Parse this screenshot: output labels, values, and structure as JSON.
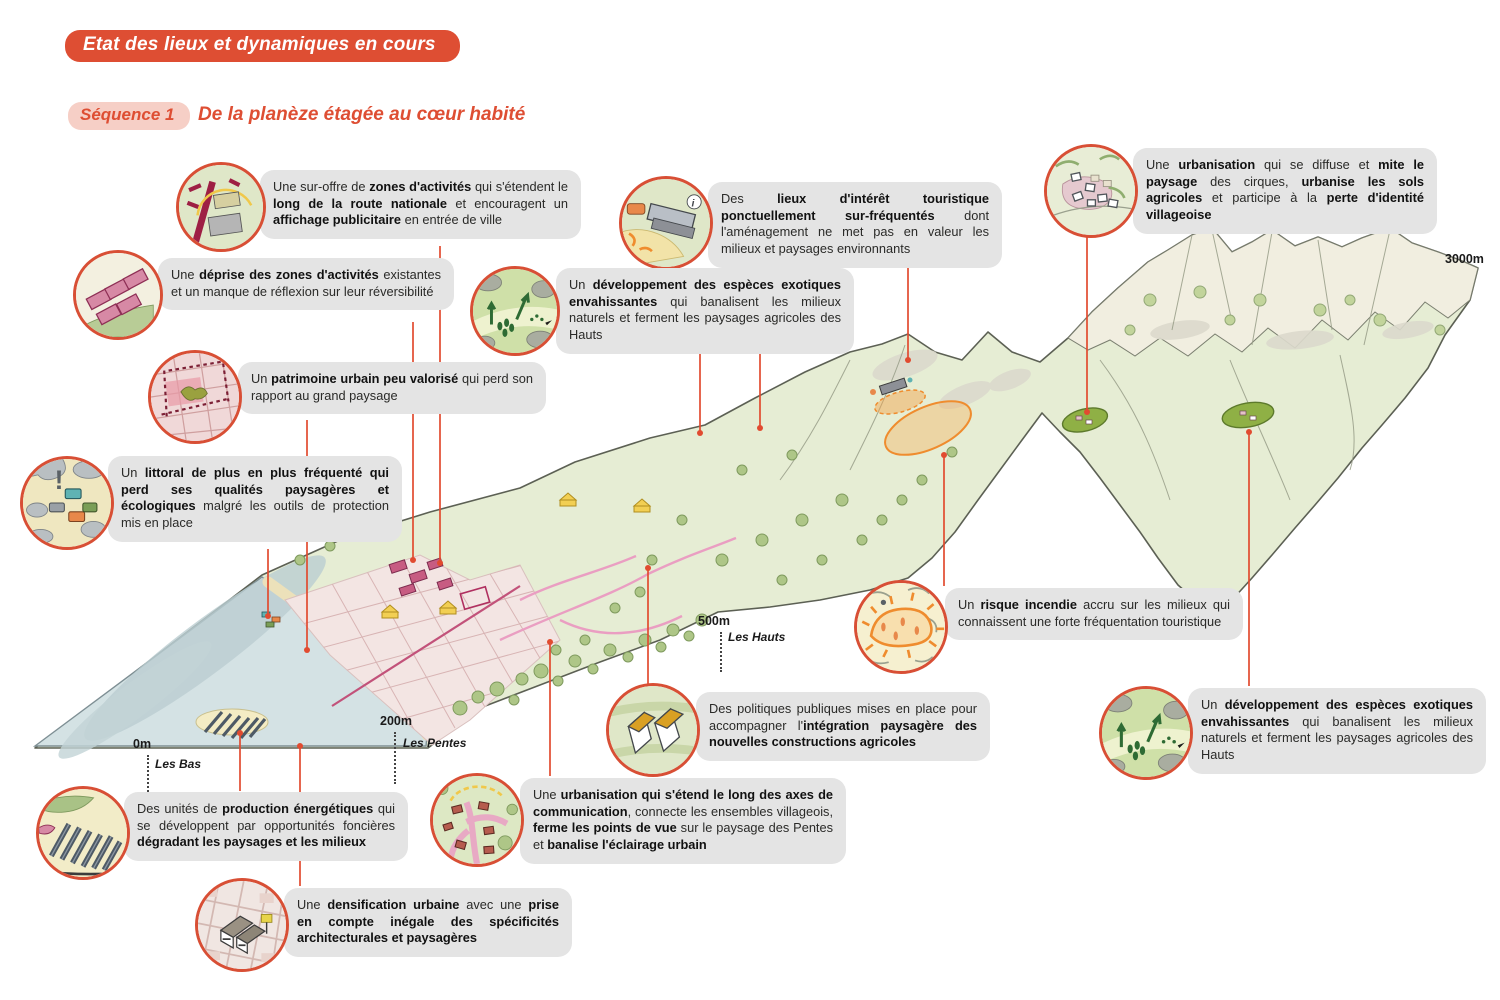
{
  "header": {
    "banner": "Etat des lieux et dynamiques en cours"
  },
  "sequence": {
    "badge": "Séquence 1",
    "title": "De la planèze étagée au cœur habité"
  },
  "colors": {
    "accent_red": "#de4e33",
    "box_grey": "#e4e4e4",
    "circle_border": "#d84f35",
    "connector_red": "#e14b30",
    "badge_pink": "#f6cfc6"
  },
  "elevations": [
    {
      "label": "0m",
      "zone": "Les Bas"
    },
    {
      "label": "200m",
      "zone": "Les Pentes"
    },
    {
      "label": "500m",
      "zone": "Les Hauts"
    },
    {
      "label": "3000m",
      "zone": ""
    }
  ],
  "callouts": [
    {
      "id": "zones-activites",
      "segments": [
        {
          "t": "Une sur-offre de "
        },
        {
          "t": "zones d'activités",
          "b": true
        },
        {
          "t": " qui s'étendent le "
        },
        {
          "t": "long de la route nationale",
          "b": true
        },
        {
          "t": " et encouragent un "
        },
        {
          "t": "affichage publicitaire",
          "b": true
        },
        {
          "t": " en entrée de ville"
        }
      ]
    },
    {
      "id": "deprise-zones-activites",
      "segments": [
        {
          "t": "Une "
        },
        {
          "t": "déprise des zones d'activités",
          "b": true
        },
        {
          "t": " existantes et un manque de réflexion sur leur réversibilité"
        }
      ]
    },
    {
      "id": "patrimoine-urbain",
      "segments": [
        {
          "t": "Un "
        },
        {
          "t": "patrimoine urbain peu valorisé",
          "b": true
        },
        {
          "t": " qui perd son rapport au grand paysage"
        }
      ]
    },
    {
      "id": "littoral",
      "segments": [
        {
          "t": "Un "
        },
        {
          "t": "littoral de plus en plus fréquenté qui perd ses qualités paysagères et écologiques",
          "b": true
        },
        {
          "t": " malgré les outils de protection mis en place"
        }
      ]
    },
    {
      "id": "lieux-touristiques",
      "segments": [
        {
          "t": "Des "
        },
        {
          "t": "lieux d'intérêt touristique ponctuellement sur-fréquentés",
          "b": true
        },
        {
          "t": " dont l'aménagement ne met pas en valeur les milieux et paysages environnants"
        }
      ]
    },
    {
      "id": "especes-exotiques-hauts",
      "segments": [
        {
          "t": "Un "
        },
        {
          "t": "développement des espèces exotiques envahissantes",
          "b": true
        },
        {
          "t": " qui banalisent les milieux naturels et ferment les paysages agricoles des Hauts"
        }
      ]
    },
    {
      "id": "urbanisation-cirques",
      "segments": [
        {
          "t": "Une "
        },
        {
          "t": "urbanisation",
          "b": true
        },
        {
          "t": " qui se diffuse et "
        },
        {
          "t": "mite le paysage",
          "b": true
        },
        {
          "t": " des cirques, "
        },
        {
          "t": "urbanise les sols agricoles",
          "b": true
        },
        {
          "t": " et participe à la "
        },
        {
          "t": "perte d'identité villageoise",
          "b": true
        }
      ]
    },
    {
      "id": "risque-incendie",
      "segments": [
        {
          "t": "Un "
        },
        {
          "t": "risque incendie",
          "b": true
        },
        {
          "t": " accru sur les milieux qui connaissent une forte fréquentation touristique"
        }
      ]
    },
    {
      "id": "especes-exotiques-hauts-2",
      "segments": [
        {
          "t": "Un "
        },
        {
          "t": "développement des espèces exotiques envahissantes",
          "b": true
        },
        {
          "t": " qui banalisent les milieux naturels et ferment les paysages agricoles des Hauts"
        }
      ]
    },
    {
      "id": "politiques-publiques",
      "segments": [
        {
          "t": "Des politiques publiques mises en place pour accompagner l'"
        },
        {
          "t": "intégration paysagère des nouvelles constructions agricoles",
          "b": true
        }
      ]
    },
    {
      "id": "urbanisation-axes",
      "segments": [
        {
          "t": "Une "
        },
        {
          "t": "urbanisation qui s'étend le long des axes de communication",
          "b": true
        },
        {
          "t": ", connecte les ensembles villageois, "
        },
        {
          "t": "ferme les points de vue",
          "b": true
        },
        {
          "t": " sur le paysage des Pentes et "
        },
        {
          "t": "banalise l'éclairage urbain",
          "b": true
        }
      ]
    },
    {
      "id": "production-energetique",
      "segments": [
        {
          "t": "Des unités de "
        },
        {
          "t": "production énergétiques",
          "b": true
        },
        {
          "t": " qui se développent par opportunités foncières "
        },
        {
          "t": "dégradant les paysages et les milieux",
          "b": true
        }
      ]
    },
    {
      "id": "densification-urbaine",
      "segments": [
        {
          "t": "Une "
        },
        {
          "t": "densification urbaine",
          "b": true
        },
        {
          "t": " avec une "
        },
        {
          "t": "prise en compte inégale des spécificités architecturales et paysagères",
          "b": true
        }
      ]
    }
  ]
}
